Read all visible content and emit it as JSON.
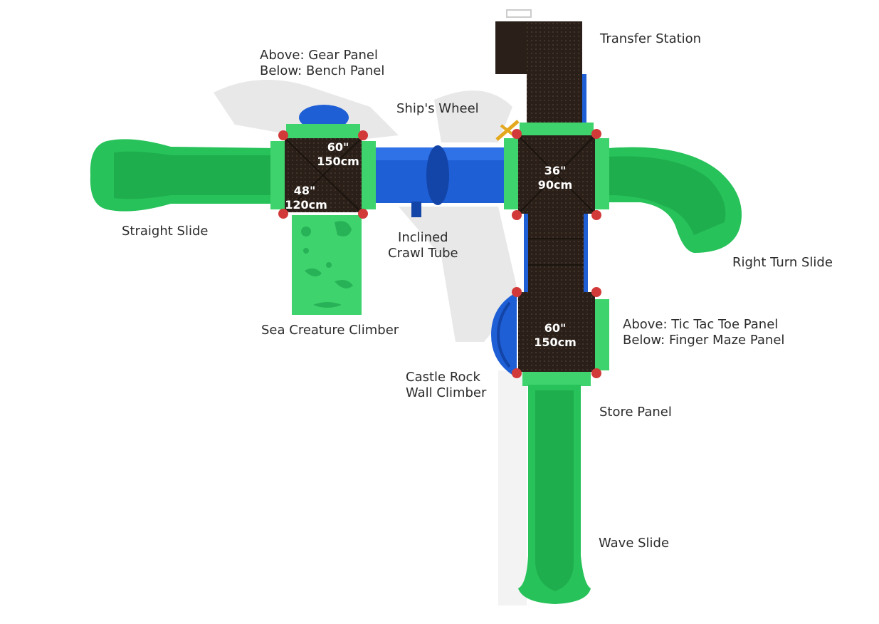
{
  "colors": {
    "slide_green": "#27c25a",
    "slide_green_dark": "#15a043",
    "panel_green": "#3fd36d",
    "tube_blue": "#1f5fd6",
    "tube_blue_dark": "#1344a8",
    "deck_brown": "#2b2019",
    "clamp_red": "#d23a3a",
    "ship_wheel_gold": "#e3a81d"
  },
  "labels": {
    "transfer_station": "Transfer Station",
    "gear_panel_above": "Above: Gear Panel",
    "gear_panel_below": "Below: Bench Panel",
    "ships_wheel": "Ship's Wheel",
    "straight_slide": "Straight Slide",
    "inclined_tube_1": "Inclined",
    "inclined_tube_2": "Crawl Tube",
    "right_turn_slide": "Right Turn Slide",
    "sea_creature_climber": "Sea Creature Climber",
    "tic_tac_toe_above": "Above: Tic Tac Toe Panel",
    "finger_maze_below": "Below: Finger Maze Panel",
    "castle_rock_1": "Castle Rock",
    "castle_rock_2": "Wall Climber",
    "store_panel": "Store Panel",
    "wave_slide": "Wave Slide"
  },
  "decks": {
    "left_upper_in": "60\"",
    "left_upper_cm": "150cm",
    "left_lower_in": "48\"",
    "left_lower_cm": "120cm",
    "center_in": "36\"",
    "center_cm": "90cm",
    "bottom_in": "60\"",
    "bottom_cm": "150cm"
  }
}
